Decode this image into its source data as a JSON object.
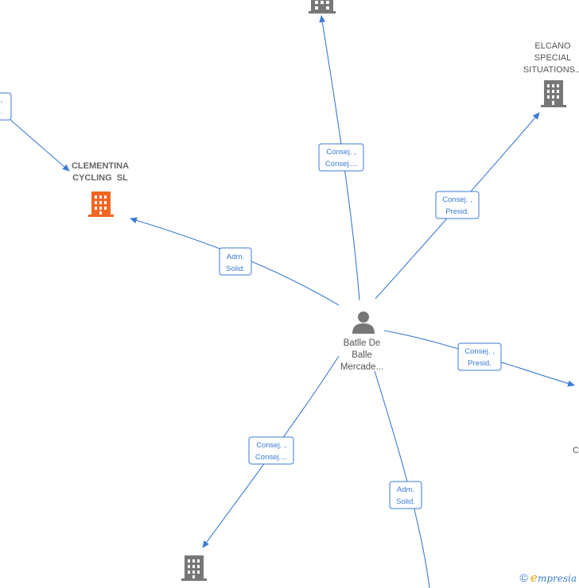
{
  "nodes": {
    "center": {
      "label_lines": [
        "Batlle De",
        "Balle",
        "Mercade..."
      ],
      "type": "person"
    },
    "clementina": {
      "label_lines": [
        "CLEMENTINA",
        "CYCLING  SL"
      ],
      "type": "company-highlight",
      "color": "#f26522"
    },
    "elcano": {
      "label_lines": [
        "ELCANO",
        "SPECIAL",
        "SITUATIONS..."
      ],
      "type": "company"
    },
    "top": {
      "type": "company"
    },
    "bottom": {
      "type": "company"
    },
    "right_partial": {
      "label": "C"
    }
  },
  "edges": [
    {
      "id": "to-top",
      "label_lines": [
        "Consej. ,",
        "Consej...."
      ]
    },
    {
      "id": "to-elcano",
      "label_lines": [
        "Consej. ,",
        "Presid."
      ]
    },
    {
      "id": "to-clementina",
      "label_lines": [
        "Adm.",
        "Solid."
      ]
    },
    {
      "id": "to-right",
      "label_lines": [
        "Consej. ,",
        "Presid."
      ]
    },
    {
      "id": "to-bottom-left",
      "label_lines": [
        "Consej. ,",
        "Consej...."
      ]
    },
    {
      "id": "to-bottom",
      "label_lines": [
        "Adm.",
        "Solid."
      ]
    },
    {
      "id": "left-partial",
      "label_lines": [
        ",",
        "."
      ]
    }
  ],
  "colors": {
    "edge": "#3a7bd5",
    "icon": "#777777",
    "highlight": "#f26522"
  },
  "brand": {
    "copyright": "©",
    "e": "e",
    "rest": "mpresia"
  }
}
